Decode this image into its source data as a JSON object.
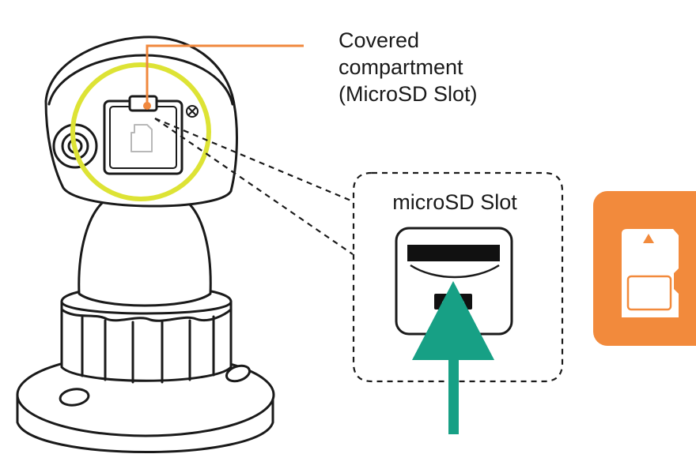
{
  "callout": {
    "lines": [
      "Covered",
      "compartment",
      "(MicroSD Slot)"
    ]
  },
  "inset": {
    "title": "microSD Slot"
  },
  "icons": {
    "camera": "security-camera-illustration",
    "card_badge": "microsd-card-icon",
    "insert_arrow": "insert-arrow-icon"
  },
  "colors": {
    "callout_line": "#f0883e",
    "highlight_ring": "#dde335",
    "arrow": "#17a085",
    "badge": "#f28a3c",
    "outline": "#1a1a1a"
  }
}
